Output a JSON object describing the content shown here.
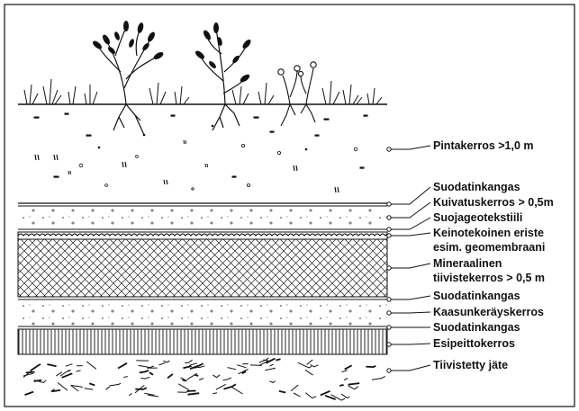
{
  "diagram": {
    "layers": [
      {
        "id": "pintakerros",
        "lines": [
          "Pintakerros >1,0 m"
        ]
      },
      {
        "id": "suodatinkangas-1",
        "lines": [
          "Suodatinkangas"
        ]
      },
      {
        "id": "kuivatuskerros",
        "lines": [
          "Kuivatuskerros > 0,5m"
        ]
      },
      {
        "id": "suojageotekstiili",
        "lines": [
          "Suojageotekstiili"
        ]
      },
      {
        "id": "keinotekoinen-eriste",
        "lines": [
          "Keinotekoinen eriste",
          "esim. geomembraani"
        ]
      },
      {
        "id": "mineraalinen-tiivistekerros",
        "lines": [
          "Mineraalinen",
          "tiivistekerros > 0,5 m"
        ]
      },
      {
        "id": "suodatinkangas-2",
        "lines": [
          "Suodatinkangas"
        ]
      },
      {
        "id": "kaasunkerayskerros",
        "lines": [
          "Kaasunkeräyskerros"
        ]
      },
      {
        "id": "suodatinkangas-3",
        "lines": [
          "Suodatinkangas"
        ]
      },
      {
        "id": "esipeittokerros",
        "lines": [
          "Esipeittokerros"
        ]
      },
      {
        "id": "tiivistetty-jate",
        "lines": [
          "Tiivistetty jäte"
        ]
      }
    ]
  }
}
